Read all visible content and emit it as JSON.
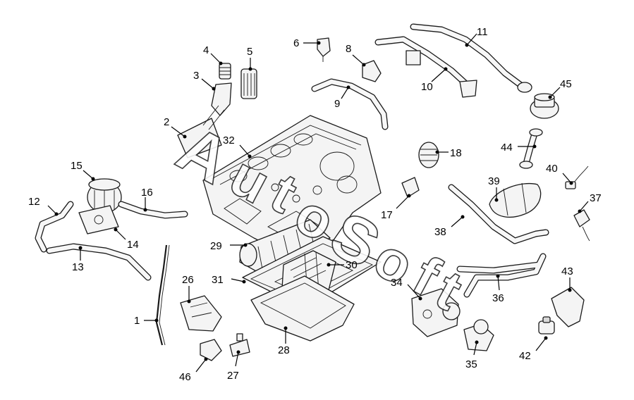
{
  "diagram": {
    "watermark": {
      "letters": [
        "A",
        "u",
        "t",
        "o",
        "S",
        "o",
        "f",
        "t"
      ]
    },
    "callouts": [
      {
        "label": "1"
      },
      {
        "label": "2"
      },
      {
        "label": "3"
      },
      {
        "label": "4"
      },
      {
        "label": "5"
      },
      {
        "label": "6"
      },
      {
        "label": "8"
      },
      {
        "label": "9"
      },
      {
        "label": "10"
      },
      {
        "label": "11"
      },
      {
        "label": "12"
      },
      {
        "label": "13"
      },
      {
        "label": "14"
      },
      {
        "label": "15"
      },
      {
        "label": "16"
      },
      {
        "label": "17"
      },
      {
        "label": "18"
      },
      {
        "label": "26"
      },
      {
        "label": "27"
      },
      {
        "label": "28"
      },
      {
        "label": "29"
      },
      {
        "label": "30"
      },
      {
        "label": "31"
      },
      {
        "label": "32"
      },
      {
        "label": "34"
      },
      {
        "label": "35"
      },
      {
        "label": "36"
      },
      {
        "label": "37"
      },
      {
        "label": "38"
      },
      {
        "label": "39"
      },
      {
        "label": "40"
      },
      {
        "label": "42"
      },
      {
        "label": "43"
      },
      {
        "label": "44"
      },
      {
        "label": "45"
      },
      {
        "label": "46"
      }
    ]
  }
}
